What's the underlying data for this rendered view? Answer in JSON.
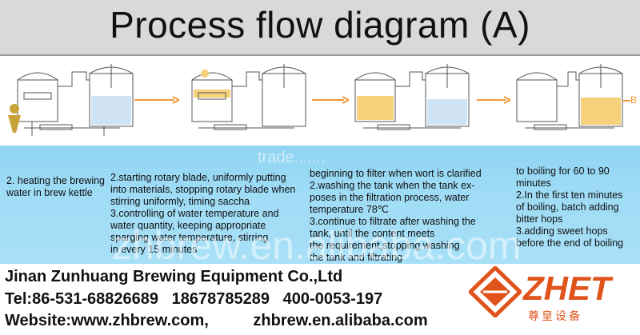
{
  "title": "Process flow diagram (A)",
  "arrow_end_label": "B",
  "steps": [
    {
      "id": "step1",
      "lines": [
        "2.  heating the brewing",
        "water in brew kettle"
      ]
    },
    {
      "id": "step2",
      "lines": [
        "2.starting rotary blade, uniformly putting",
        "into materials, stopping rotary blade when",
        "stirring uniformly, timing saccha",
        "3.controlling of water temperature and",
        "water quantity, keeping appropriate",
        "sparging water temperature, stirring",
        "in every 15 minutes"
      ]
    },
    {
      "id": "step3",
      "lines": [
        "beginning to filter when wort is clarified",
        "2.washing the tank when the tank ex-",
        "poses in the filtration process, water",
        "temperature 78℃",
        "3.continue to filtrate after washing the",
        "tank, until the content meets",
        "the requirement,stopping washing",
        "the tank and filtrating"
      ]
    },
    {
      "id": "step4",
      "lines": [
        "to boiling for 60 to 90",
        "minutes",
        "2.In the first ten minutes",
        "of boiling, batch adding",
        "bitter hops",
        "3.adding sweet hops",
        "before the end of boiling"
      ]
    }
  ],
  "watermarks": {
    "top": "trade.......",
    "main": "zhbrew.en.alibaba.com"
  },
  "footer": {
    "company": "Jinan Zunhuang Brewing Equipment Co.,Ltd",
    "tel": "Tel:86-531-68826689   18678785289   400-0053-197",
    "website": "Website:www.zhbrew.com,          zhbrew.en.alibaba.com"
  },
  "logo": {
    "text": "ZHET",
    "subtitle": "尊皇设备",
    "color": "#e0541c"
  },
  "colors": {
    "band": "#9fdcf6",
    "liquid": "#f5d27a",
    "water": "#cfe3f3",
    "arrow": "#f39a3a"
  }
}
